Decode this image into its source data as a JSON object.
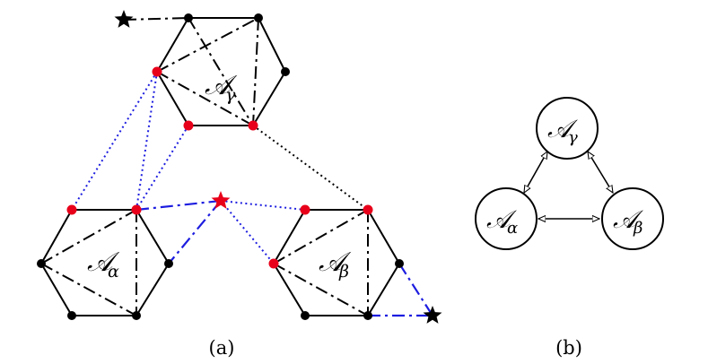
{
  "panel_a": {
    "caption": "(a)",
    "labels": {
      "alpha": {
        "main": "𝒜",
        "sub": "α"
      },
      "beta": {
        "main": "𝒜",
        "sub": "β"
      },
      "gamma": {
        "main": "𝒜",
        "sub": "γ"
      }
    }
  },
  "panel_b": {
    "caption": "(b)",
    "nodes": {
      "gamma": {
        "main": "𝒜",
        "sub": "γ"
      },
      "alpha": {
        "main": "𝒜",
        "sub": "α"
      },
      "beta": {
        "main": "𝒜",
        "sub": "β"
      }
    }
  },
  "colors": {
    "black": "#000000",
    "red": "#e8001a",
    "blue": "#1d1de0"
  }
}
